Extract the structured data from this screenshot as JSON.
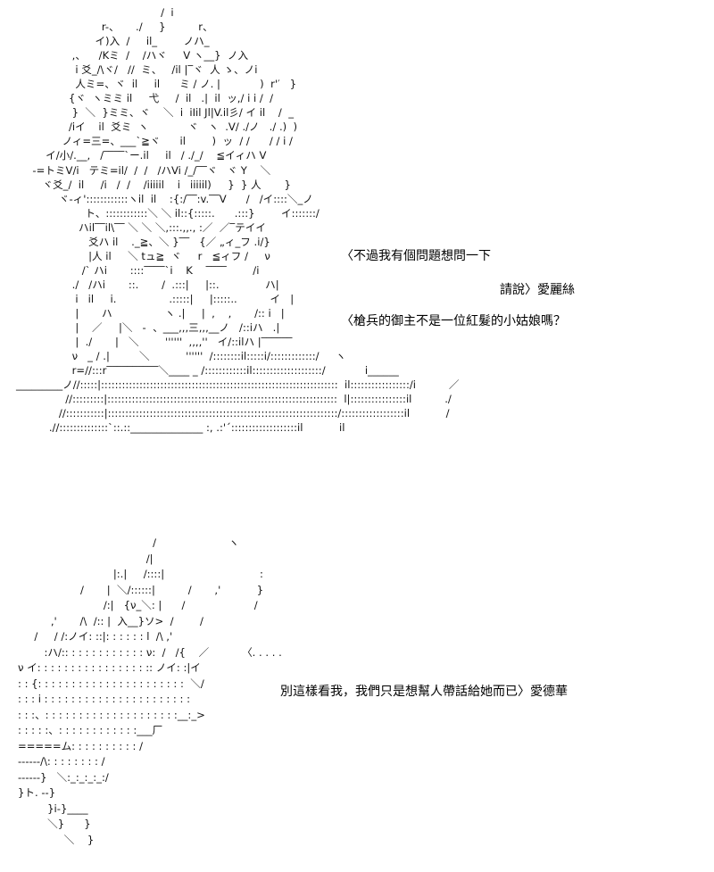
{
  "dialogue_top": [
    "〈不過我有個問題想問一下",
    "請說〉愛麗絲",
    "〈槍兵的御主不是一位紅髮的小姑娘嗎？"
  ],
  "dialogue_bottom": [
    "〈. . . . .",
    "別這樣看我，我們只是想幫人帶話給她而已〉愛德華"
  ],
  "ascii_top": [
    "                                            /  i",
    "                          r-、     ./     }          r、",
    "                        イ)入  /     il_        ノハ_",
    "                 ,、    /Kミ  /    /ハヾ     V ヽ__}  ノ入",
    "                  i 爻_/\\ヾ/   //  ミ、   /il |‾ヾ  人 ゝ、ノi",
    "                  人ミ=、ヾ  il     il      ミ / ノ. |            )  r'′   }",
    "                {ヾ  ヽミミ il     弋     /  il   .|  il  ッ,/ i i /  /",
    "                 }  ＼  }ミミ、ヾ    ＼  i  iIil Jl|V.il彡/ イ il    /  _",
    "                /iイ    il  爻ミ  ヽ            ヾ   ヽ  .V/ ./ノ   ./ .)  )",
    "              ノィ=三=、___`≧ヾ      il        )  ッ  / /      / / i /",
    "         イ/小/.__,   /‾‾‾‾`ー.il     il   / ./_/    ≦イィハ V",
    "     -=トミV/i   テミ=il/  /  /   /ハVi /_/‾‾ヾ   ヾ Y    ＼",
    "        ヾ爻_/  il     /i   /  /    /iiiiil    i   iiiiil)     }  } 人       }",
    "             ヾ-ィ'::::::::::::ヽil  il    :{:/‾‾:v.‾‾V      /   /イ::::＼_ノ",
    "                     ト、::::::::::::＼ ＼ il::{:::::.      .:::}        イ:::::::/",
    "                   ハil‾‾il\\‾‾ ＼ ＼ ＼,:::.,,., :／  ／‾テイイ",
    "                      爻ハ il    ._≧、＼ }‾‾   {／ „ィ_フ .i/}",
    "                      |人 il     ＼ tュ≧  ヾ     r   ≦ィフ /     ν",
    "                    /` ハi       ::::‾‾‾‾`i    K    ‾‾‾‾        /i",
    "                 ./   /ハi       ::.       /  .:::|     |::.              ハ|",
    "                  i   il     i.                .:::::|     |:::::..          イ   |",
    "                  |       ハ                ヽ .|     |  ,    ,       /:: i   |",
    "                  |    ／     |＼   -  、___,,,三,,,__ノ   /::iハ   .|",
    "                  |  ./       |   ＼        ''''''  ,,,,''   イ/::ilハ |‾‾‾‾‾‾",
    "                 ν   _ / .|         ＼           ''''''  /::::::::il:::::i/:::::::::::::/     ヽ",
    "                 r=//:::r‾‾‾‾‾‾‾‾‾‾＼____ _ /::::::::::::il::::::::::::::::::::/            i______",
    "_________ノ//:::::|::::::::::::::::::::::::::::::::::::::::::::::::::::::::::::::::::::  il:::::::::::::::::/i          ／",
    "               //:::::::::|::::::::::::::::::::::::::::::::::::::::::::::::::::::::::::::::::  l|::::::::::::::::il          ./",
    "             //:::::::::::|::::::::::::::::::::::::::::::::::::::::::::::::::::::::::::::::::/::::::::::::::::::il           /",
    "          .//::::::::::::::`::.::______________ :, .:'´:::::::::::::::::::il           il"
  ],
  "ascii_bottom": [
    "                                         /                      ヽ",
    "                                       /|",
    "                             |:.|     /::::|                             :",
    "                   /       |  ＼/::::::|          /       ,'           }",
    "                          /:|   {ν_＼: |      /                     /",
    "          ,'       /\\  /:: |  入__}ソ>  /        /",
    "     /     / /:ノイ: ::|: : : : : : l  /\\ ,'",
    "        :ハ/:: : : : : : : : : : : : ν:  /   /{    ／          〈. . . . .",
    "ν イ: : : : : : : : : : : : : : : : :: ノイ: :|イ",
    ": : {: : : : : : : : : : : : : : : : : : : : : :  ＼/",
    ": : : i : : : : : : : : : : : : : : : : : : : : : :",
    ": : :、: : : : : : : : : : : : : : : : : : : :__:_>",
    ": : : : :、: : : : : : : : : : : :___厂",
    "=====ム: : : : : : : : : : /",
    "------/\\: : : : : : : : /",
    "------}   ＼:_:_:_:_:/",
    "}ト. --}",
    "         }i-}____",
    "         ＼}      }",
    "              ＼    }"
  ]
}
